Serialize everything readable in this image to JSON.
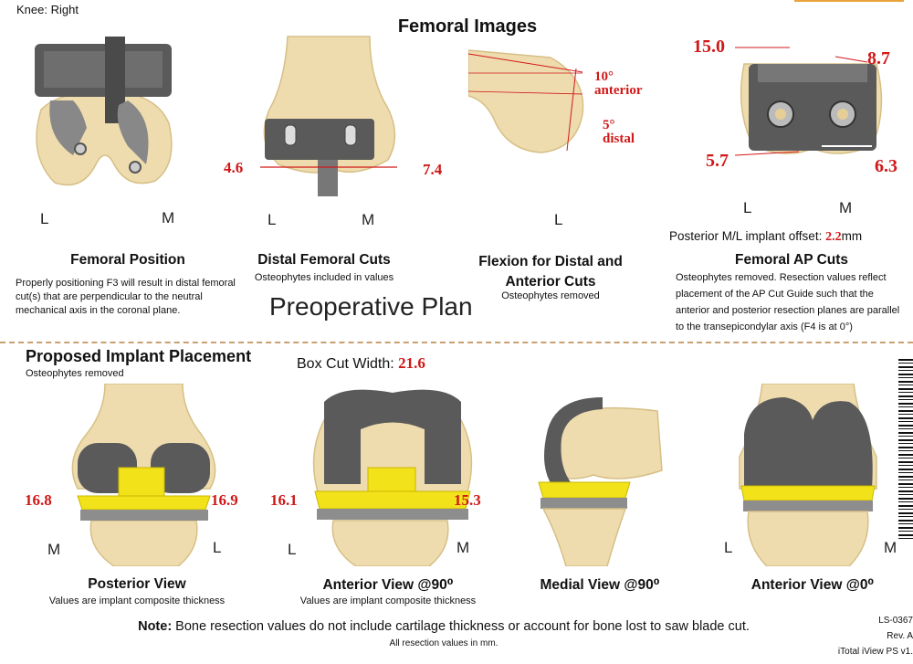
{
  "header": {
    "knee_side": "Knee: Right",
    "section_title": "Femoral Images"
  },
  "femoral": {
    "position": {
      "title": "Femoral Position",
      "desc": "Properly positioning F3 will result in distal femoral cut(s) that are perpendicular to the neutral mechanical axis in the coronal plane.",
      "left_label": "L",
      "right_label": "M"
    },
    "distal_cuts": {
      "title": "Distal Femoral Cuts",
      "subtitle": "Osteophytes included in values",
      "left_value": "4.6",
      "right_value": "7.4",
      "left_label": "L",
      "right_label": "M"
    },
    "flexion": {
      "title_line1": "Flexion for Distal and",
      "title_line2": "Anterior Cuts",
      "subtitle": "Osteophytes removed",
      "angle1": "10°",
      "angle1_word": "anterior",
      "angle2": "5°",
      "angle2_word": "distal",
      "label": "L"
    },
    "ap_cuts": {
      "title": "Femoral AP Cuts",
      "desc": "Osteophytes removed. Resection values reflect placement of the AP Cut Guide such that the anterior and posterior resection planes are parallel to the transepicondylar axis (F4 is at 0°)",
      "top_left": "15.0",
      "top_right": "8.7",
      "bottom_left": "5.7",
      "bottom_right": "6.3",
      "left_label": "L",
      "right_label": "M",
      "offset_label": "Posterior M/L implant offset:",
      "offset_value": "2.2",
      "offset_unit": "mm"
    }
  },
  "plan_title": "Preoperative Plan",
  "implant": {
    "title": "Proposed Implant Placement",
    "subtitle": "Osteophytes removed",
    "box_cut_label": "Box Cut Width:",
    "box_cut_value": "21.6",
    "views": [
      {
        "title": "Posterior View",
        "subtitle": "Values are implant composite thickness",
        "left_value": "16.8",
        "right_value": "16.9",
        "left_label": "M",
        "right_label": "L"
      },
      {
        "title": "Anterior View @90⁰",
        "subtitle": "Values are implant composite thickness",
        "left_value": "16.1",
        "right_value": "15.3",
        "left_label": "L",
        "right_label": "M"
      },
      {
        "title": "Medial View @90⁰"
      },
      {
        "title": "Anterior View @0⁰",
        "left_label": "L",
        "right_label": "M"
      }
    ]
  },
  "footer": {
    "note_label": "Note:",
    "note_text": " Bone resection values do not include cartilage thickness or account for bone lost to saw blade cut.",
    "note_sub": "All resection values in mm.",
    "doc_id": "LS-0367",
    "rev": "Rev. A",
    "software": "iTotal iView PS v1."
  },
  "colors": {
    "value_red": "#d01818",
    "implant_yellow": "#f2e21a",
    "bone": "#efdcae",
    "metal": "#5a5a5a"
  }
}
